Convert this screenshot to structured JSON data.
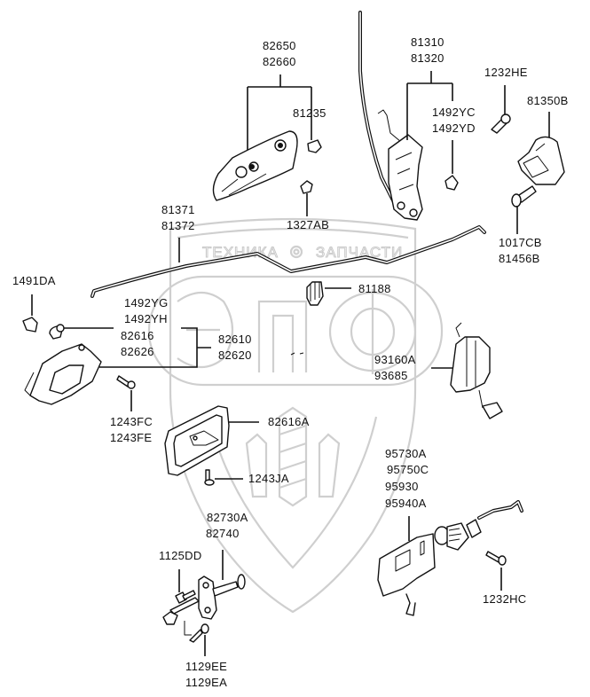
{
  "diagram": {
    "title": "Door lock mechanism parts diagram",
    "watermark": {
      "top_text_left": "ТЕХНИКА",
      "top_text_right": "ЗАПЧАСТИ",
      "logo_text": "ЭПФ",
      "gear_icon": "gear-icon"
    },
    "labels": {
      "outside_handle": [
        "82650",
        "82660"
      ],
      "handle_nut": "81235",
      "handle_nut_2": "1327AB",
      "latch": [
        "81310",
        "81320"
      ],
      "latch_clip": [
        "1492YC",
        "1492YD"
      ],
      "striker_screw": "1232HE",
      "striker": "81350B",
      "striker_bolt": [
        "1017CB",
        "81456B"
      ],
      "rod": [
        "81371",
        "81372"
      ],
      "rod_clip": "81188",
      "clip_left": "1491DA",
      "inside_handle_clips": [
        "1492YG",
        "1492YH"
      ],
      "inside_handle_parts": [
        "82616",
        "82626"
      ],
      "inside_handle_assy": [
        "82610",
        "82620"
      ],
      "inside_screws": [
        "1243FC",
        "1243FE"
      ],
      "bezel": "82616A",
      "bezel_screw": "1243JA",
      "actuator": [
        "93160A",
        "93685"
      ],
      "lock_actuator": [
        "95730A",
        "95750C",
        "95930",
        "95940A"
      ],
      "actuator_screw": "1232HC",
      "checker": [
        "82730A",
        "82740"
      ],
      "checker_bolt": "1125DD",
      "checker_screws": [
        "1129EE",
        "1129EA"
      ]
    }
  }
}
